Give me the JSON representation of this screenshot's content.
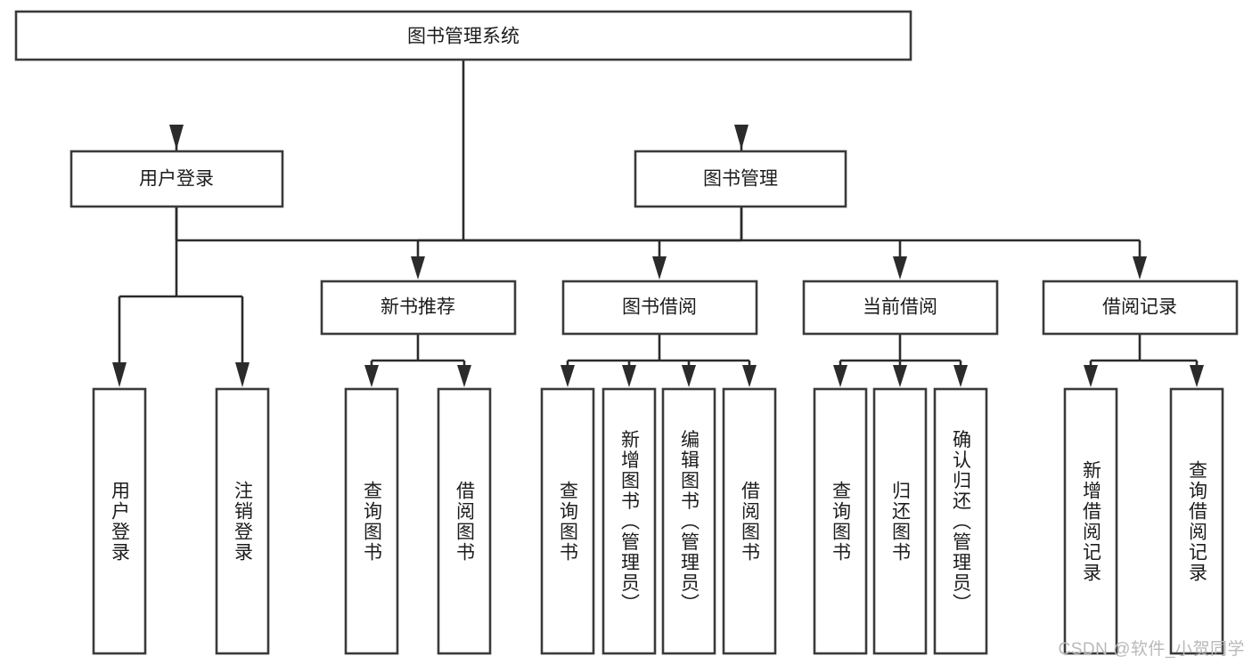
{
  "diagram": {
    "type": "tree",
    "title": "图书管理系统",
    "orientation": "top-down",
    "colors": {
      "box_stroke": "#3a3a3a",
      "box_fill": "#ffffff",
      "connector": "#2b2b2b",
      "text": "#1c1c1c",
      "background": "#ffffff",
      "watermark": "#b9b9b9"
    },
    "root": {
      "label": "图书管理系统"
    },
    "level2": [
      {
        "label": "用户登录"
      },
      {
        "label": "图书管理"
      }
    ],
    "level3": [
      {
        "label": "新书推荐"
      },
      {
        "label": "图书借阅"
      },
      {
        "label": "当前借阅"
      },
      {
        "label": "借阅记录"
      }
    ],
    "leaves_user_login": [
      {
        "label": "用户登录"
      },
      {
        "label": "注销登录"
      }
    ],
    "leaves_new_book": [
      {
        "label": "查询图书"
      },
      {
        "label": "借阅图书"
      }
    ],
    "leaves_borrow": [
      {
        "label": "查询图书"
      },
      {
        "label": "新增图书（管理员）"
      },
      {
        "label": "编辑图书（管理员）"
      },
      {
        "label": "借阅图书"
      }
    ],
    "leaves_current": [
      {
        "label": "查询图书"
      },
      {
        "label": "归还图书"
      },
      {
        "label": "确认归还（管理员）"
      }
    ],
    "leaves_record": [
      {
        "label": "新增借阅记录"
      },
      {
        "label": "查询借阅记录"
      }
    ]
  },
  "watermark": {
    "text": "CSDN @软件_小贺同学"
  }
}
